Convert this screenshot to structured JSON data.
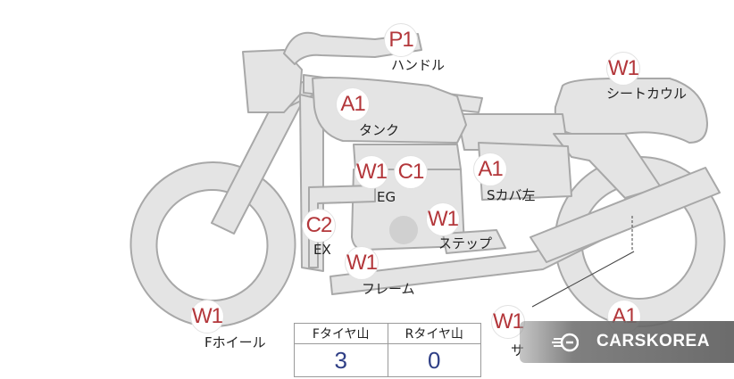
{
  "labels": {
    "handle": "ハンドル",
    "seat_cowl": "シートカウル",
    "tank": "タンク",
    "engine": "EG",
    "side_cover_left": "Sカバ左",
    "exhaust": "EX",
    "step": "ステップ",
    "frame": "フレーム",
    "front_wheel": "Fホイール",
    "rear_partial": "サ"
  },
  "badges": {
    "handle": "P1",
    "seat_cowl": "W1",
    "tank": "A1",
    "engine_w": "W1",
    "engine_c": "C1",
    "side_cover_left": "A1",
    "exhaust": "C2",
    "step": "W1",
    "frame": "W1",
    "front_wheel": "W1",
    "rear_lower": "W1",
    "rear_wheel": "A1"
  },
  "tire_table": {
    "front_header": "Fタイヤ山",
    "rear_header": "Rタイヤ山",
    "front_value": "3",
    "rear_value": "0"
  },
  "watermark": {
    "text": "CARSKOREA"
  },
  "colors": {
    "badge_text": "#b3373b",
    "table_value": "#2f3f86",
    "bike_fill": "#e4e4e4",
    "bike_stroke": "#a8a8a8"
  }
}
